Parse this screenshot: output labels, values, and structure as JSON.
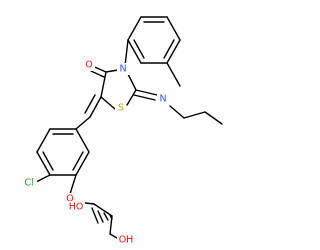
{
  "atoms": {
    "oxygen_carbonyl": {
      "text": "O",
      "color": "#ff0d0d"
    },
    "nitrogen_ring": {
      "text": "N",
      "color": "#3050f8"
    },
    "sulfur_ring": {
      "text": "S",
      "color": "#b8a000"
    },
    "nitrogen_imine": {
      "text": "N",
      "color": "#3050f8"
    },
    "chlorine": {
      "text": "Cl",
      "color": "#1fa01f"
    },
    "oxygen_ether": {
      "text": "O",
      "color": "#ff0d0d"
    },
    "hydroxyl_secondary": {
      "text": "HO",
      "color": "#ff0d0d"
    },
    "hydroxyl_primary": {
      "text": "OH",
      "color": "#ff0d0d"
    }
  }
}
